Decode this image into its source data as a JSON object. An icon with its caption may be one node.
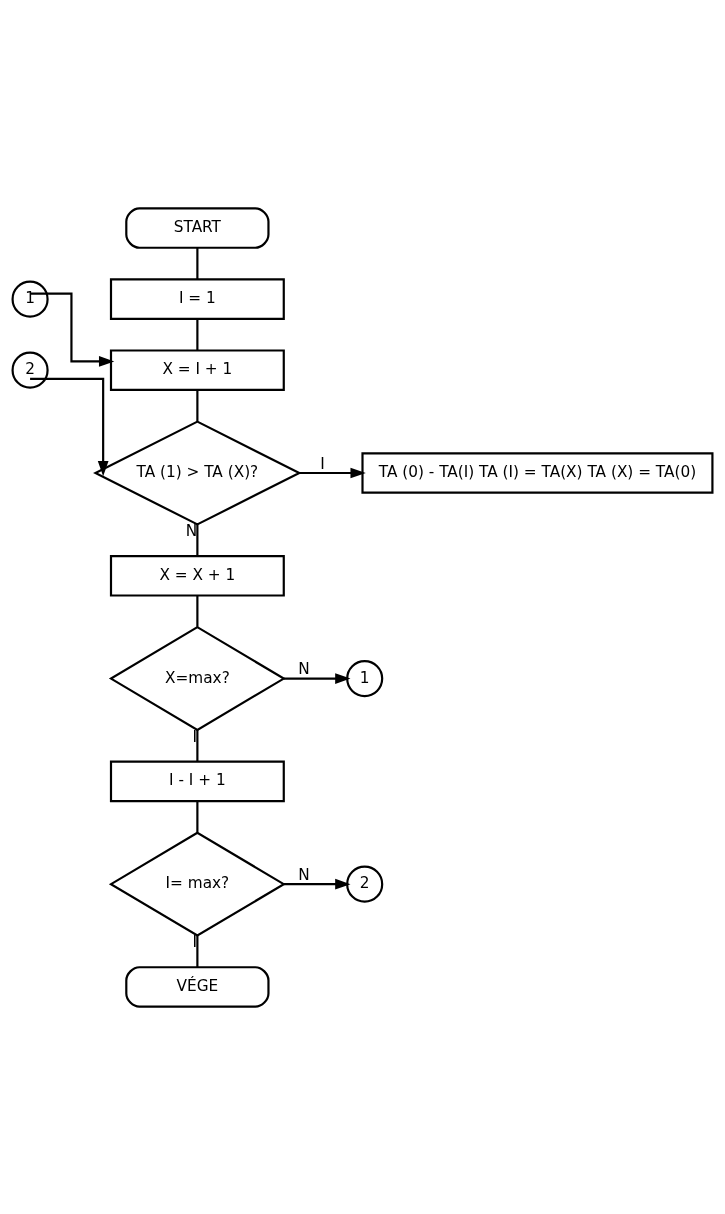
{
  "diagram": {
    "nodes": [
      {
        "text": [
          "START"
        ]
      },
      {
        "text": [
          "I = 1"
        ]
      },
      {
        "text": [
          "1"
        ]
      },
      {
        "text": [
          "X = I + 1"
        ]
      },
      {
        "text": [
          "2"
        ]
      },
      {
        "text": [
          "TA (1) > TA (X)?"
        ]
      },
      {
        "text": [
          "TA (0) - TA(I) TA (I) = TA(X) TA (X) = TA(0)"
        ]
      },
      {
        "text": [
          "X = X + 1"
        ]
      },
      {
        "text": [
          "X=max?"
        ]
      },
      {
        "text": [
          "1"
        ]
      },
      {
        "text": [
          "I - I + 1"
        ]
      },
      {
        "text": [
          "I= max?"
        ]
      },
      {
        "text": [
          "2"
        ]
      },
      {
        "text": [
          "VÉGE"
        ]
      }
    ],
    "edges": [
      {
        "from": 0,
        "to": 1,
        "arrow": "none"
      },
      {
        "from": 1,
        "to": 3,
        "arrow": "none"
      },
      {
        "from": 2,
        "to": 3,
        "arrow": "to"
      },
      {
        "from": 3,
        "to": 5,
        "arrow": "none"
      },
      {
        "from": 4,
        "to": 5,
        "arrow": "to"
      },
      {
        "from": 5,
        "to": 6,
        "label": "I",
        "arrow": "to"
      },
      {
        "from": 5,
        "to": 7,
        "label": "N",
        "arrow": "none"
      },
      {
        "from": 7,
        "to": 8,
        "arrow": "none"
      },
      {
        "from": 8,
        "to": 9,
        "label": "N",
        "arrow": "to"
      },
      {
        "from": 8,
        "to": 10,
        "label": "I",
        "arrow": "none"
      },
      {
        "from": 10,
        "to": 11,
        "arrow": "none"
      },
      {
        "from": 11,
        "to": 12,
        "label": "N",
        "arrow": "to"
      },
      {
        "from": 11,
        "to": 13,
        "label": "I",
        "arrow": "none"
      }
    ]
  }
}
